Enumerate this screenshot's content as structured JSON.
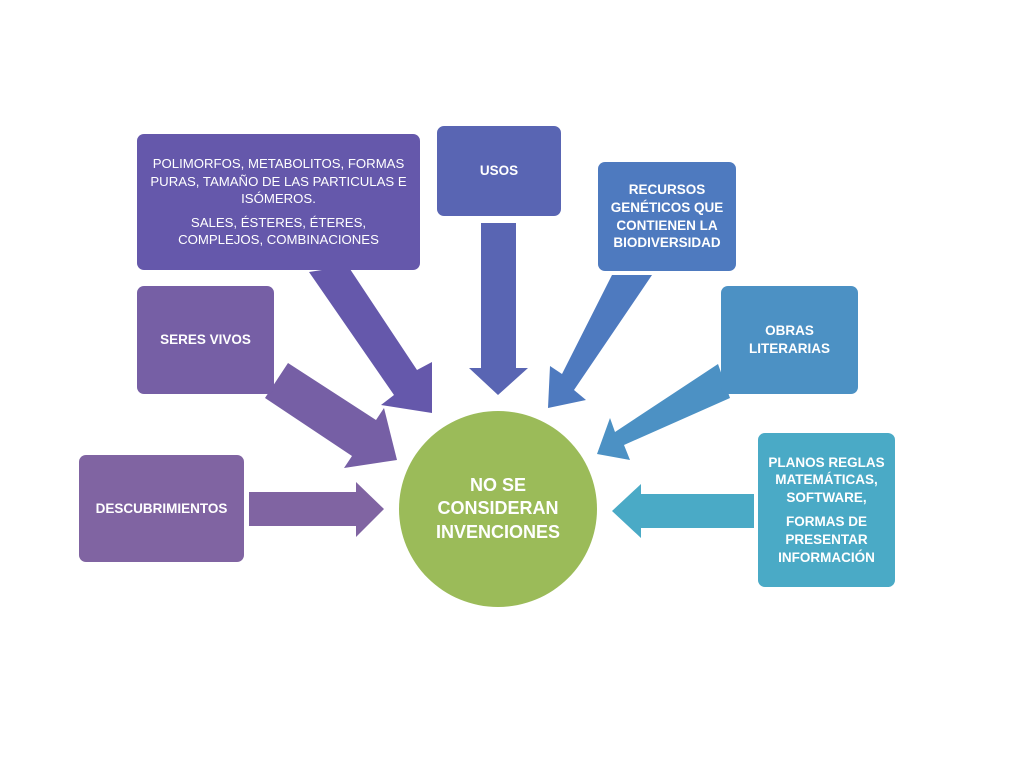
{
  "hub": {
    "label": "NO SE CONSIDERAN INVENCIONES",
    "color": "#9bbb59"
  },
  "nodes": {
    "descubrimientos": {
      "lines": [
        "DESCUBRIMIENTOS"
      ],
      "color": "#8064a2"
    },
    "seres_vivos": {
      "lines": [
        "SERES VIVOS"
      ],
      "color": "#765fa5"
    },
    "polimorfos": {
      "lines": [
        "POLIMORFOS, METABOLITOS, FORMAS PURAS, TAMAÑO DE LAS PARTICULAS E ISÓMEROS.",
        "SALES, ÉSTERES, ÉTERES, COMPLEJOS, COMBINACIONES"
      ],
      "color": "#6558ab"
    },
    "usos": {
      "lines": [
        "USOS"
      ],
      "color": "#5965b3"
    },
    "recursos_geneticos": {
      "lines": [
        "RECURSOS GENÉTICOS QUE CONTIENEN LA BIODIVERSIDAD"
      ],
      "color": "#4e7abf"
    },
    "obras_literarias": {
      "lines": [
        "OBRAS LITERARIAS"
      ],
      "color": "#4c91c4"
    },
    "planos": {
      "lines": [
        "PLANOS REGLAS MATEMÁTICAS, SOFTWARE,",
        "FORMAS DE PRESENTAR INFORMACIÓN"
      ],
      "color": "#4aaac6"
    }
  }
}
